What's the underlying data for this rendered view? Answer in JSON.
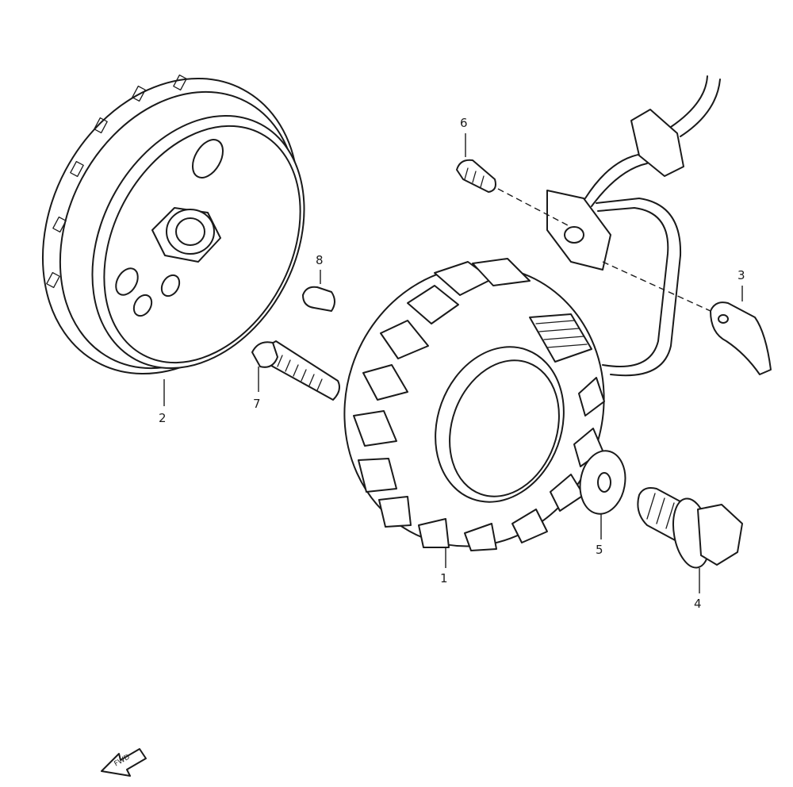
{
  "callouts": [
    {
      "id": "1",
      "label": "1"
    },
    {
      "id": "2",
      "label": "2"
    },
    {
      "id": "3",
      "label": "3"
    },
    {
      "id": "4",
      "label": "4"
    },
    {
      "id": "5",
      "label": "5"
    },
    {
      "id": "6",
      "label": "6"
    },
    {
      "id": "7",
      "label": "7"
    },
    {
      "id": "8",
      "label": "8"
    }
  ],
  "direction_arrow": {
    "label": "FWD"
  }
}
